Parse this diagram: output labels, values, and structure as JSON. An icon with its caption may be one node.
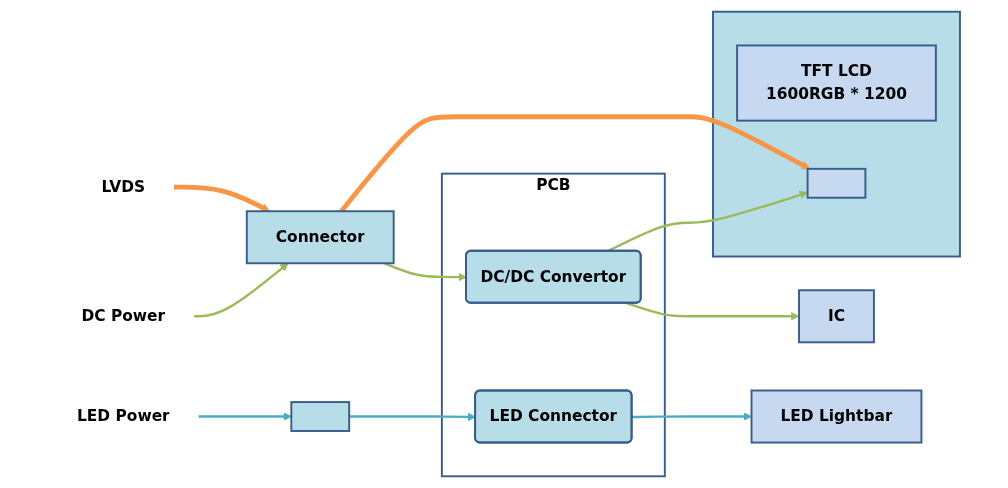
{
  "diagram": {
    "nodes": [
      {
        "text": [
          "PCB"
        ]
      },
      {
        "text": [
          "LVDS"
        ]
      },
      {
        "text": [
          "Connector"
        ]
      },
      {
        "text": [
          "DC Power"
        ]
      },
      {
        "text": [
          "DC/DC Convertor"
        ],
        "in": 0
      },
      {
        "text": [
          "LED Power"
        ]
      },
      {
        "text": [],
        "shape": "box"
      },
      {
        "text": [
          "LED Connector"
        ],
        "in": 0
      },
      {
        "text": [],
        "shape": "box"
      },
      {
        "text": [
          "TFT LCD",
          "1600RGB * 1200"
        ],
        "in": 8
      },
      {
        "text": [],
        "shape": "box",
        "in": 8
      },
      {
        "text": [
          "IC"
        ]
      },
      {
        "text": [
          "LED Lightbar"
        ]
      }
    ],
    "edges": [
      {
        "from": 1,
        "to": 2,
        "arrow": "to",
        "style": "thick",
        "color": "#f79646"
      },
      {
        "from": 3,
        "to": 2,
        "arrow": "to",
        "color": "#9bbb59"
      },
      {
        "from": 2,
        "to": 4,
        "arrow": "to",
        "color": "#9bbb59"
      },
      {
        "from": 2,
        "to": 10,
        "arrow": "to",
        "style": "thick",
        "color": "#f79646"
      },
      {
        "from": 4,
        "to": 10,
        "arrow": "to",
        "color": "#9bbb59"
      },
      {
        "from": 4,
        "to": 11,
        "arrow": "to",
        "color": "#9bbb59"
      },
      {
        "from": 5,
        "to": 6,
        "arrow": "to",
        "color": "#4bacc6"
      },
      {
        "from": 6,
        "to": 7,
        "arrow": "to",
        "color": "#4bacc6"
      },
      {
        "from": 7,
        "to": 12,
        "arrow": "to",
        "color": "#4bacc6"
      }
    ]
  }
}
